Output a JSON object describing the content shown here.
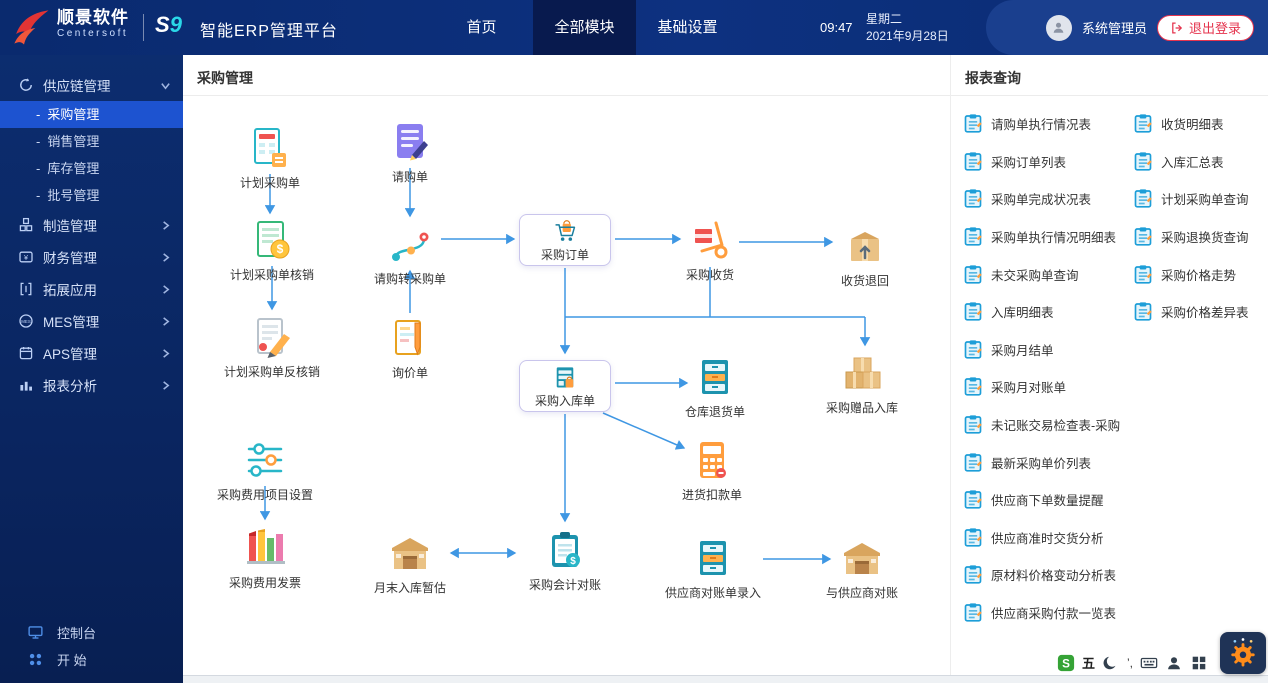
{
  "header": {
    "logo": {
      "cn": "顺景软件",
      "en": "Centersoft"
    },
    "brand": {
      "logo_s": "S",
      "logo_9": "9",
      "platform": "智能ERP管理平台"
    },
    "nav": [
      {
        "label": "首页",
        "active": false
      },
      {
        "label": "全部模块",
        "active": true
      },
      {
        "label": "基础设置",
        "active": false
      }
    ],
    "clock": {
      "time": "09:47",
      "weekday": "星期二",
      "date": "2021年9月28日"
    },
    "user": {
      "name": "系统管理员",
      "logout_label": "退出登录"
    }
  },
  "sidebar": {
    "dash": "-",
    "groups": [
      {
        "label": "供应链管理",
        "icon": "supply-chain-icon",
        "expanded": true,
        "children": [
          {
            "label": "采购管理",
            "active": true
          },
          {
            "label": "销售管理",
            "active": false
          },
          {
            "label": "库存管理",
            "active": false
          },
          {
            "label": "批号管理",
            "active": false
          }
        ]
      },
      {
        "label": "制造管理",
        "icon": "manufacturing-icon"
      },
      {
        "label": "财务管理",
        "icon": "finance-icon"
      },
      {
        "label": "拓展应用",
        "icon": "extension-icon"
      },
      {
        "label": "MES管理",
        "icon": "mes-icon"
      },
      {
        "label": "APS管理",
        "icon": "aps-icon"
      },
      {
        "label": "报表分析",
        "icon": "report-analysis-icon"
      }
    ],
    "footer": [
      {
        "label": "控制台",
        "icon": "console-icon"
      },
      {
        "label": "开 始",
        "icon": "start-icon"
      }
    ]
  },
  "main": {
    "title": "采购管理",
    "nodes": [
      {
        "id": "planned-purchase-order",
        "label": "计划采购单",
        "icon": "document-calculator-icon"
      },
      {
        "id": "purchase-requisition",
        "label": "请购单",
        "icon": "document-pen-icon"
      },
      {
        "id": "planned-po-writeoff",
        "label": "计划采购单核销",
        "icon": "document-dollar-icon"
      },
      {
        "id": "requisition-to-po",
        "label": "请购转采购单",
        "icon": "route-icon"
      },
      {
        "id": "purchase-order",
        "label": "采购订单",
        "icon": "shopping-cart-icon",
        "boxed": true
      },
      {
        "id": "purchase-receiving",
        "label": "采购收货",
        "icon": "hand-truck-icon"
      },
      {
        "id": "receiving-return",
        "label": "收货退回",
        "icon": "box-return-icon"
      },
      {
        "id": "planned-po-reverse-writeoff",
        "label": "计划采购单反核销",
        "icon": "document-pencil-icon"
      },
      {
        "id": "inquiry-sheet",
        "label": "询价单",
        "icon": "document-inquiry-icon"
      },
      {
        "id": "purchase-inbound-order",
        "label": "采购入库单",
        "icon": "cabinet-bag-icon",
        "boxed": true
      },
      {
        "id": "warehouse-return-order",
        "label": "仓库退货单",
        "icon": "cabinet-icon"
      },
      {
        "id": "purchase-gift-inbound",
        "label": "采购赠品入库",
        "icon": "boxes-icon"
      },
      {
        "id": "purchase-deduction-order",
        "label": "进货扣款单",
        "icon": "calculator-icon"
      },
      {
        "id": "purchase-expense-item-setting",
        "label": "采购费用项目设置",
        "icon": "sliders-icon"
      },
      {
        "id": "purchase-expense-invoice",
        "label": "采购费用发票",
        "icon": "invoice-bars-icon"
      },
      {
        "id": "month-end-inbound-estimate",
        "label": "月末入库暂估",
        "icon": "warehouse-icon"
      },
      {
        "id": "purchase-accounting-reconciliation",
        "label": "采购会计对账",
        "icon": "clipboard-dollar-icon"
      },
      {
        "id": "supplier-statement-entry",
        "label": "供应商对账单录入",
        "icon": "cabinet-icon"
      },
      {
        "id": "reconcile-with-supplier",
        "label": "与供应商对账",
        "icon": "warehouse-icon"
      }
    ],
    "edges": [
      [
        "planned-purchase-order",
        "planned-po-writeoff"
      ],
      [
        "planned-po-writeoff",
        "planned-po-reverse-writeoff"
      ],
      [
        "purchase-requisition",
        "requisition-to-po"
      ],
      [
        "inquiry-sheet",
        "requisition-to-po"
      ],
      [
        "requisition-to-po",
        "purchase-order"
      ],
      [
        "purchase-order",
        "purchase-receiving"
      ],
      [
        "purchase-receiving",
        "receiving-return"
      ],
      [
        "purchase-order",
        "purchase-inbound-order"
      ],
      [
        "purchase-receiving",
        "purchase-gift-inbound"
      ],
      [
        "purchase-inbound-order",
        "warehouse-return-order"
      ],
      [
        "purchase-inbound-order",
        "purchase-deduction-order"
      ],
      [
        "purchase-inbound-order",
        "purchase-accounting-reconciliation"
      ],
      [
        "purchase-accounting-reconciliation",
        "month-end-inbound-estimate"
      ],
      [
        "purchase-expense-item-setting",
        "purchase-expense-invoice"
      ],
      [
        "supplier-statement-entry",
        "reconcile-with-supplier"
      ]
    ]
  },
  "reports": {
    "title": "报表查询",
    "col1": [
      "请购单执行情况表",
      "采购订单列表",
      "采购单完成状况表",
      "采购单执行情况明细表",
      "未交采购单查询",
      "入库明细表",
      "采购月结单",
      "采购月对账单",
      "未记账交易检查表-采购",
      "最新采购单价列表",
      "供应商下单数量提醒",
      "供应商准时交货分析",
      "原材料价格变动分析表",
      "供应商采购付款一览表"
    ],
    "col2": [
      "收货明细表",
      "入库汇总表",
      "计划采购单查询",
      "采购退换货查询",
      "采购价格走势",
      "采购价格差异表"
    ]
  },
  "tray": {
    "mode_label": "五",
    "punctuation": "’,",
    "icons": [
      "sogou-icon",
      "wubi-mode-label",
      "moon-icon",
      "punctuation-label",
      "keyboard-icon",
      "person-icon",
      "grid-icon"
    ]
  },
  "colors": {
    "header_bg": "#0c2d75",
    "nav_active_bg": "#081a4e",
    "sidebar_bg": "#0b2a66",
    "sidebar_active_bg": "#1d53d0",
    "arrow_blue": "#3f97e3",
    "logout_red": "#e5344e",
    "report_icon_teal": "#1d9ed8",
    "gear_orange": "#ff8c1a"
  }
}
